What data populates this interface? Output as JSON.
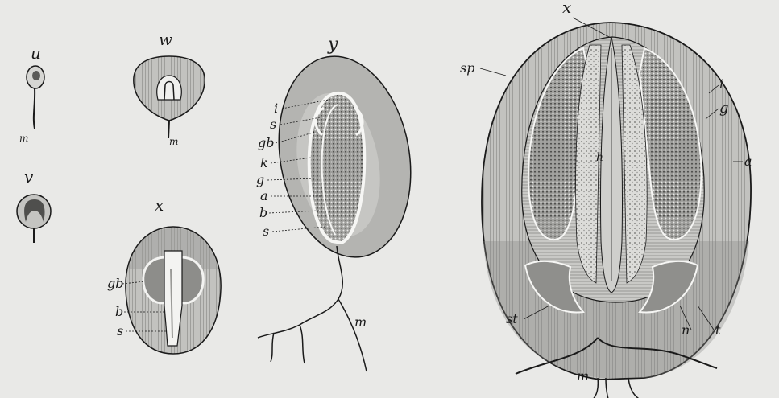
{
  "figures": {
    "u": {
      "letter": "u",
      "labels": {
        "m": "m"
      }
    },
    "v": {
      "letter": "v"
    },
    "w": {
      "letter": "w",
      "labels": {
        "m": "m"
      }
    },
    "x": {
      "letter": "x",
      "labels": {
        "gb": "gb",
        "b": "b",
        "s": "s"
      }
    },
    "y": {
      "letter": "y",
      "labels": {
        "i": "i",
        "s1": "s",
        "gb": "gb",
        "k": "k",
        "g": "g",
        "a": "a",
        "b": "b",
        "s2": "s",
        "m": "m"
      }
    },
    "z": {
      "letter": "x",
      "labels": {
        "sp": "sp",
        "i": "i",
        "g": "g",
        "a": "a",
        "h": "h",
        "st": "st",
        "n": "n",
        "t": "t",
        "m": "m"
      }
    }
  },
  "colors": {
    "background": "#e9e9e7",
    "ink": "#1a1a1a",
    "tissue": "#b9b9b6",
    "shade": "#8d8d8a",
    "light": "#f4f4f2"
  }
}
